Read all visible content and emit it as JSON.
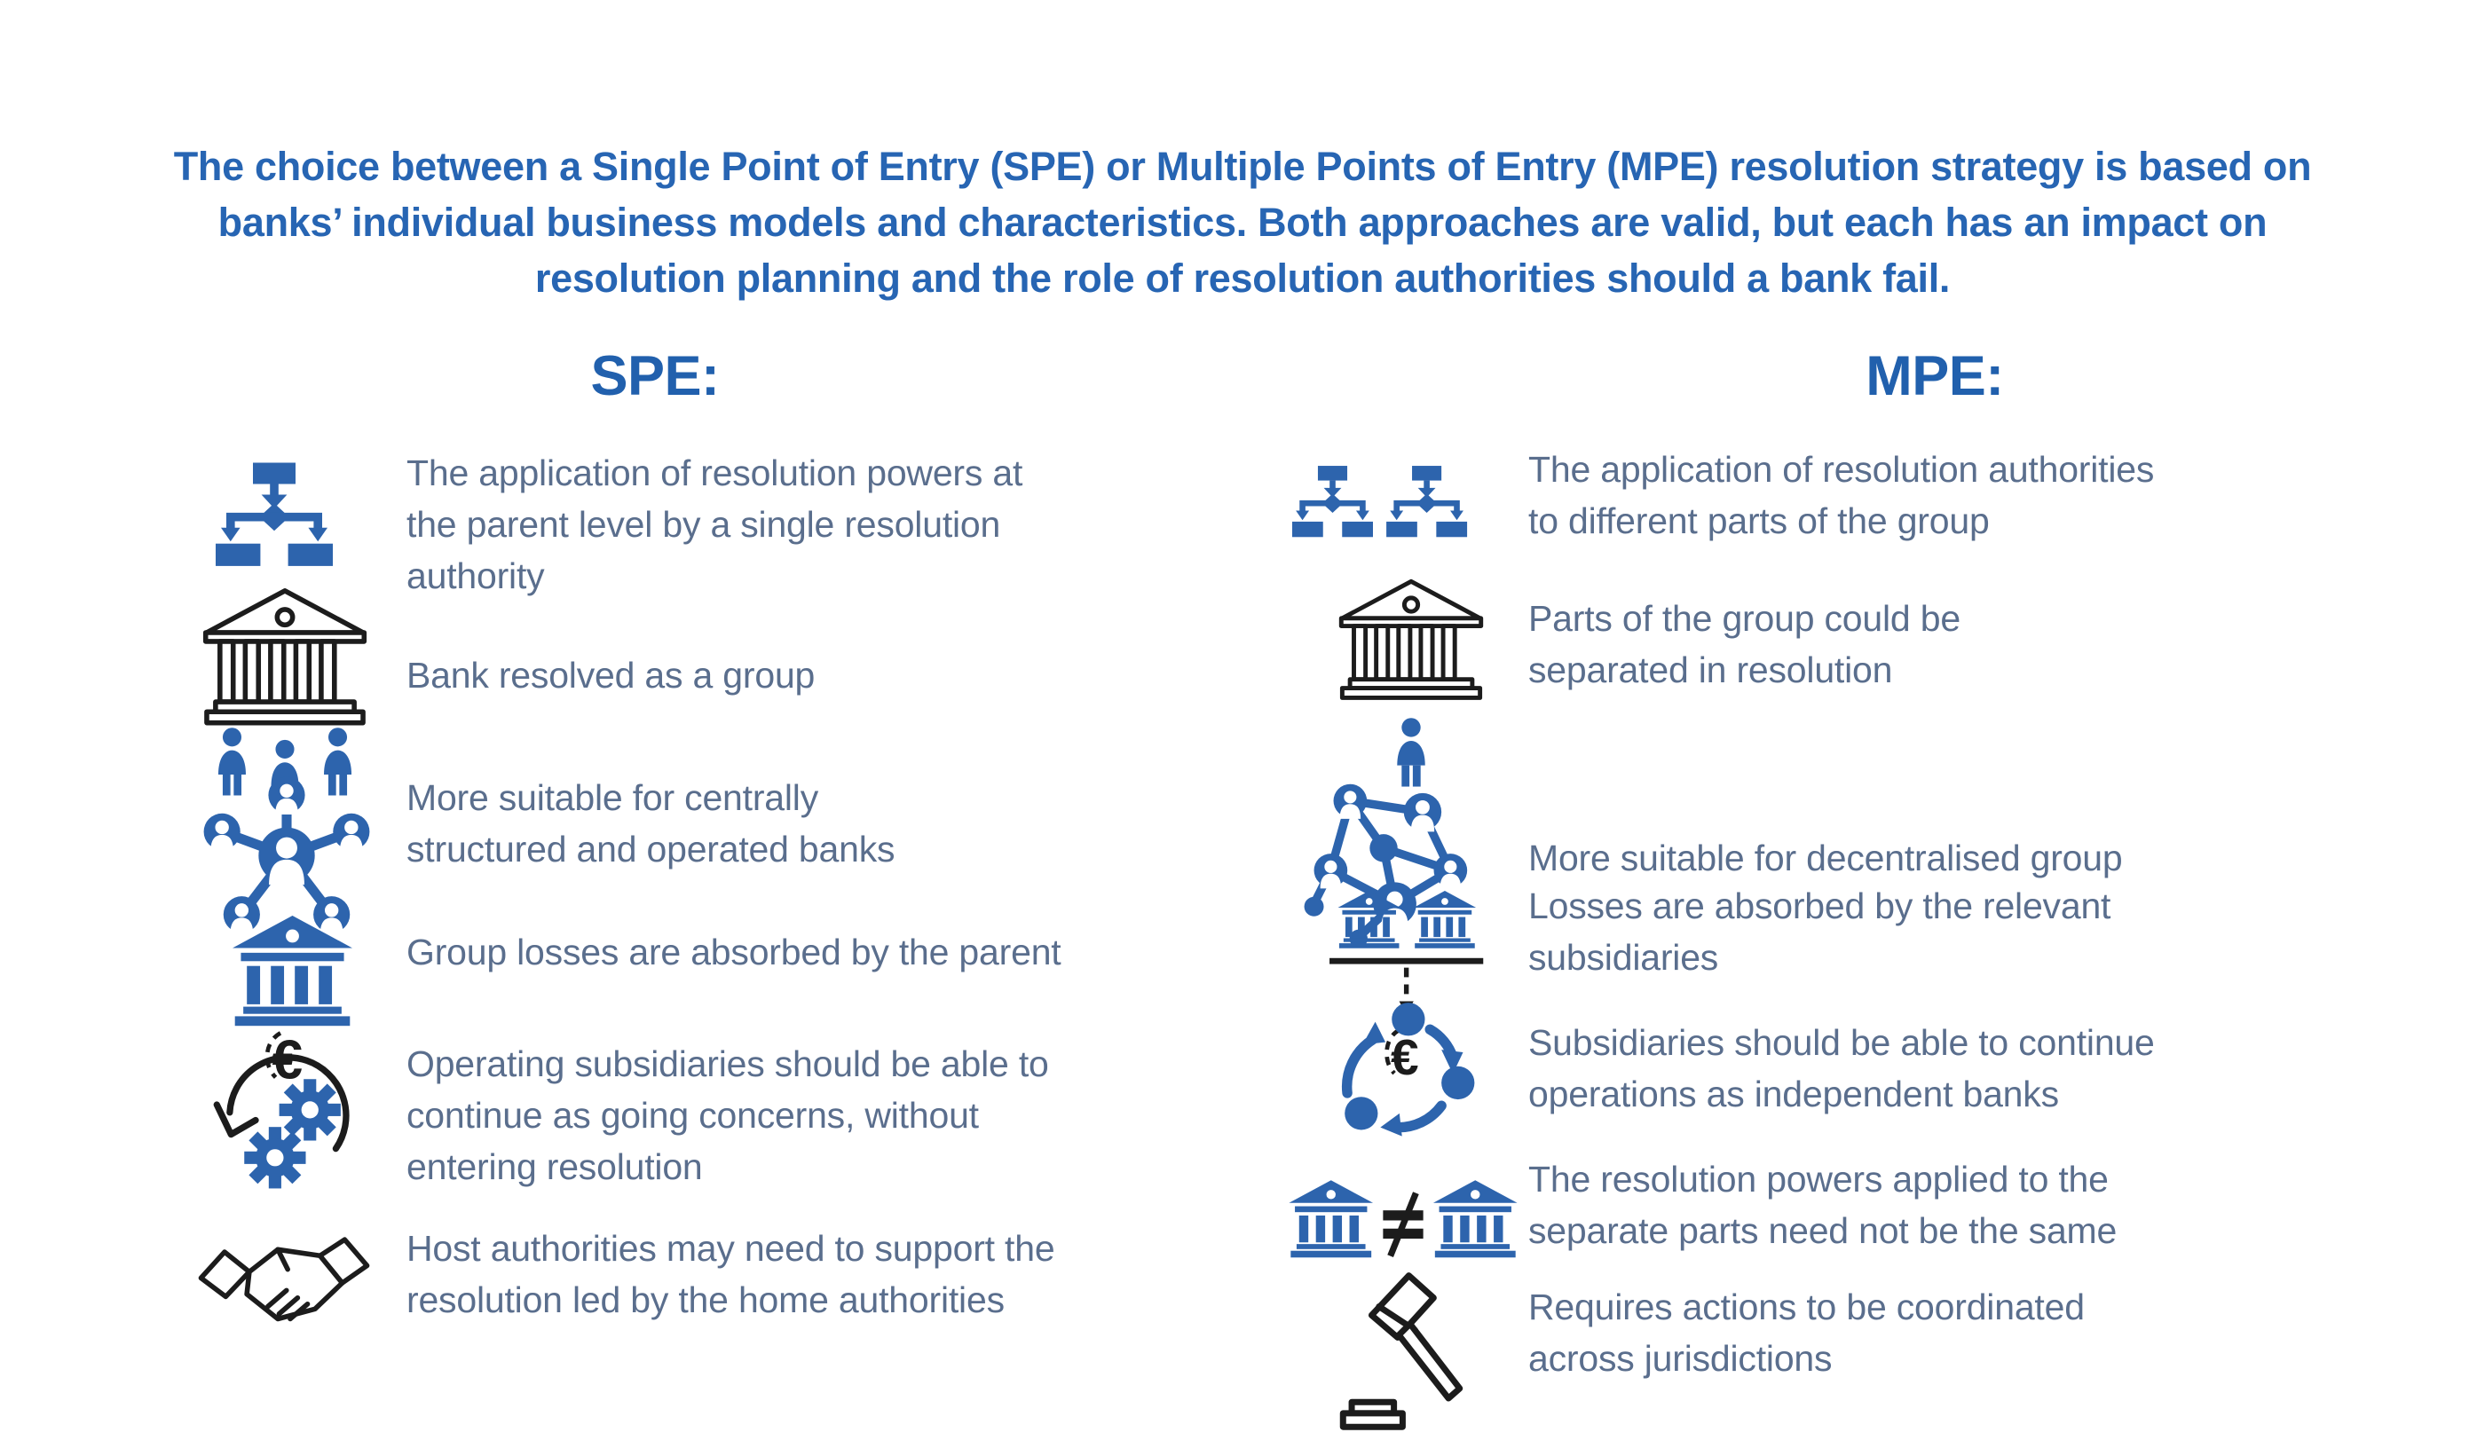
{
  "colors": {
    "header_blue": "#2765b3",
    "heading_blue": "#2160ad",
    "icon_blue": "#2d64ad",
    "body_text_slate": "#5a6e8d",
    "icon_black": "#1c1c1c",
    "background": "#ffffff"
  },
  "header": {
    "text": "The choice between a Single Point of Entry (SPE) or Multiple Points of Entry (MPE) resolution strategy is based on\nbanks’ individual business models and characteristics. Both approaches are valid, but each has an impact on\nresolution planning and the role of resolution authorities should a bank fail."
  },
  "spe": {
    "heading": "SPE:",
    "items": [
      {
        "icon": "org-chart-icon",
        "text": "The application of resolution powers at\nthe parent level by a single resolution\nauthority"
      },
      {
        "icon": "bank-group-icon",
        "text": "Bank resolved as a group"
      },
      {
        "icon": "central-network-icon",
        "text": "More suitable for centrally\nstructured and operated banks"
      },
      {
        "icon": "bank-euro-icon",
        "text": "Group losses are absorbed by the parent"
      },
      {
        "icon": "gears-continuity-icon",
        "text": "Operating subsidiaries should be able to\ncontinue as going concerns, without\nentering resolution"
      },
      {
        "icon": "handshake-icon",
        "text": "Host authorities may need to support the\nresolution led by the home authorities"
      }
    ]
  },
  "mpe": {
    "heading": "MPE:",
    "items": [
      {
        "icon": "double-org-chart-icon",
        "text": "The application of resolution authorities\nto different parts of the group"
      },
      {
        "icon": "bank-person-icon",
        "text": "Parts of the group could be\nseparated in resolution"
      },
      {
        "icon": "decentralised-network-icon",
        "text": "More suitable for decentralised group"
      },
      {
        "icon": "subsidiary-banks-euro-icon",
        "text": "Losses are absorbed by the relevant\nsubsidiaries"
      },
      {
        "icon": "cycle-icon",
        "text": "Subsidiaries should be able to continue\noperations as independent banks"
      },
      {
        "icon": "banks-not-equal-icon",
        "text": "The resolution powers applied to the\nseparate parts need not be the same"
      },
      {
        "icon": "gavel-icon",
        "text": "Requires actions to be coordinated\nacross jurisdictions"
      }
    ]
  }
}
